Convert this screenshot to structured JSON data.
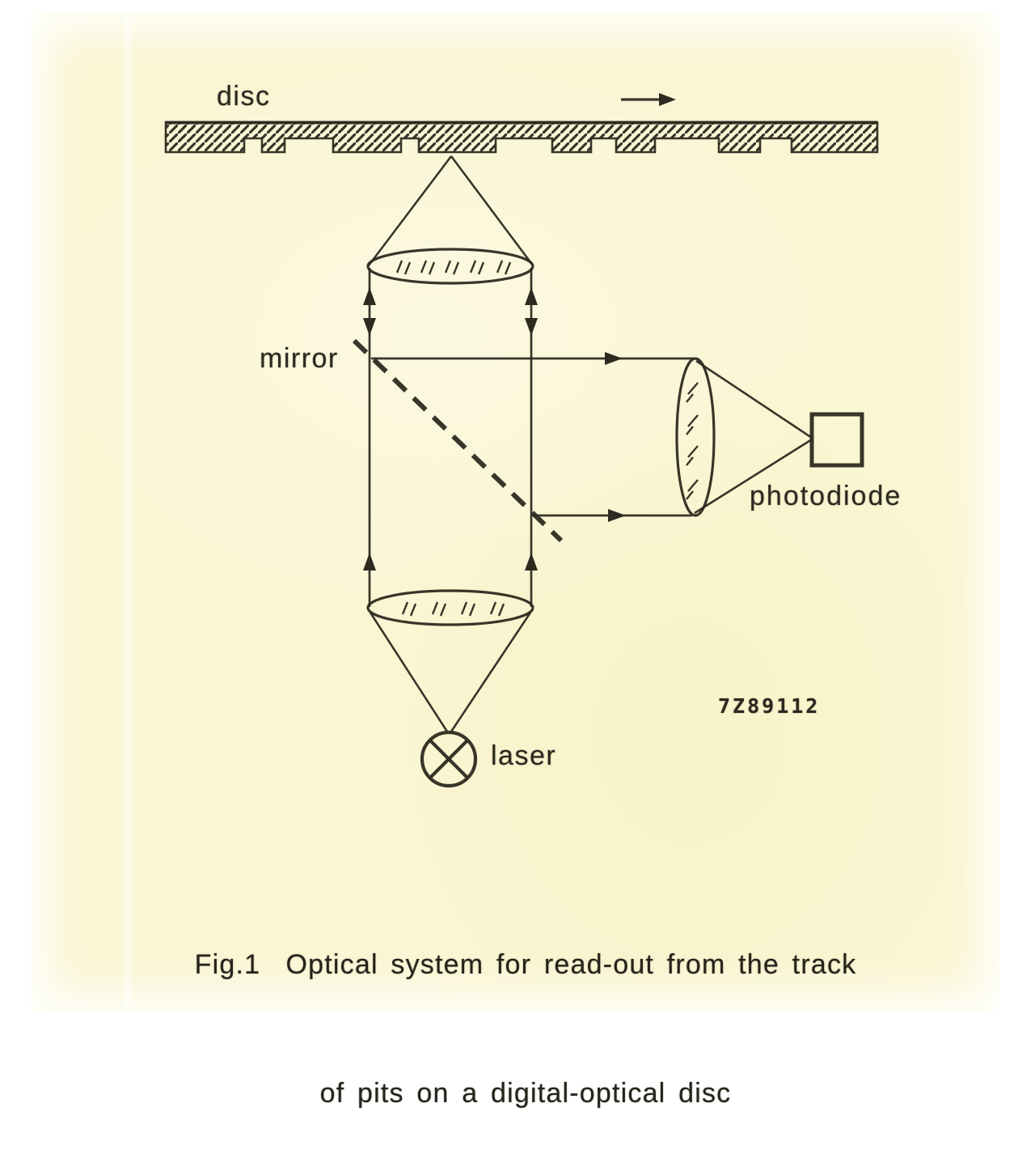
{
  "labels": {
    "disc": "disc",
    "mirror": "mirror",
    "photodiode": "photodiode",
    "laser": "laser"
  },
  "part_code": "7Z89112",
  "caption": {
    "line1": "Fig.1  Optical system for read-out from the track",
    "line2": "of pits on a digital-optical disc"
  },
  "colors": {
    "paper": "#faf6d4",
    "ink": "#2d2a20",
    "page_margin": "#ffffff"
  },
  "symbols": {
    "laser_symbol": "circle with diagonal cross",
    "photodiode_symbol": "open square",
    "mirror_symbol": "dashed diagonal line",
    "disc_motion_arrow": "rightward arrow",
    "beam_direction_arrows": "solid triangle arrowheads"
  }
}
